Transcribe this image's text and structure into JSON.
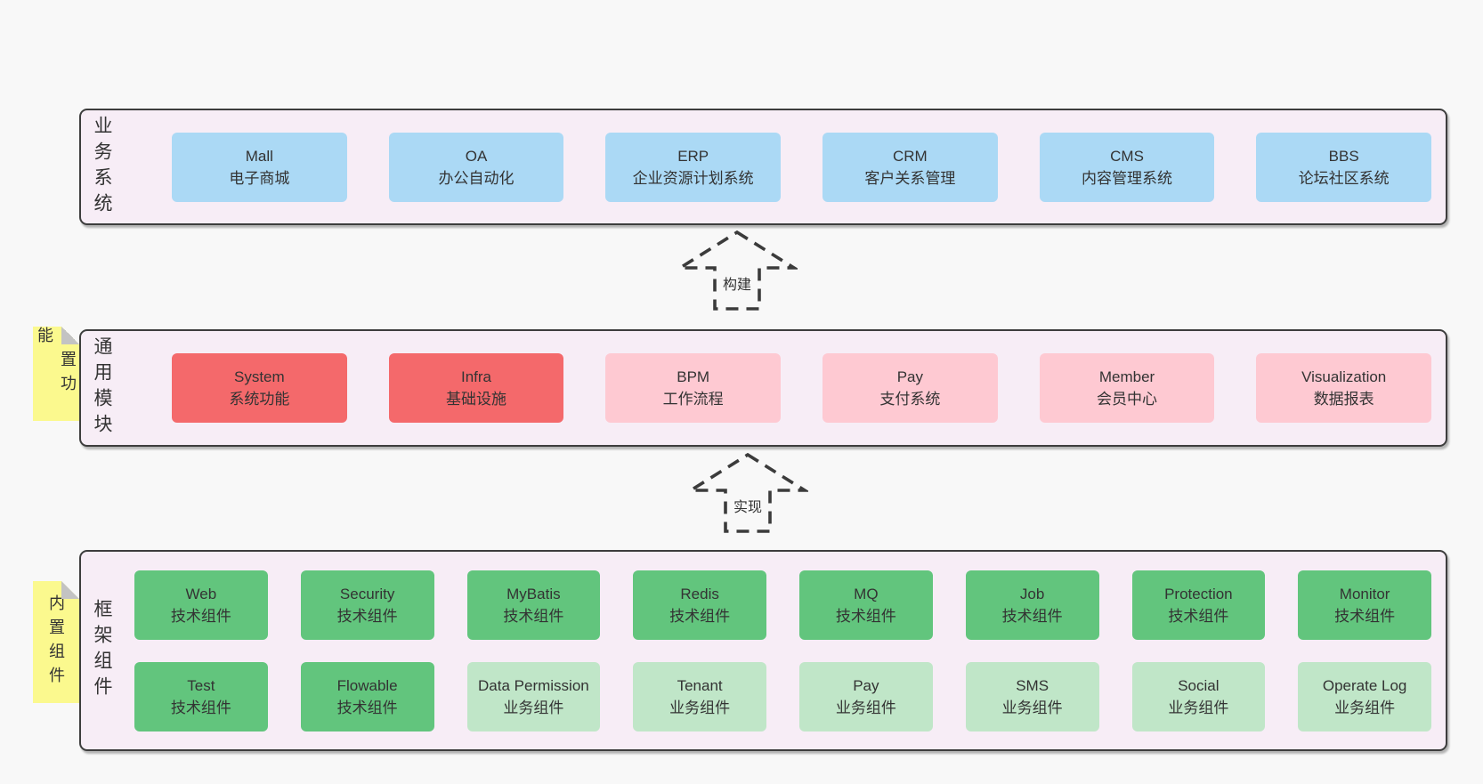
{
  "colors": {
    "page_bg": "#f8f8f8",
    "panel_bg": "#f7edf6",
    "panel_border": "#3d3d3d",
    "blue_box": "#abd9f5",
    "red_box": "#f4696b",
    "pink_box": "#fec9d2",
    "green_box": "#62c57d",
    "light_green_box": "#c0e6c8",
    "sticky_note": "#fbf98e",
    "text": "#333333",
    "arrow_stroke": "#3b3b3b"
  },
  "layers": {
    "business": {
      "label": "业务系统",
      "items": [
        {
          "name": "Mall",
          "desc": "电子商城"
        },
        {
          "name": "OA",
          "desc": "办公自动化"
        },
        {
          "name": "ERP",
          "desc": "企业资源计划系统"
        },
        {
          "name": "CRM",
          "desc": "客户关系管理"
        },
        {
          "name": "CMS",
          "desc": "内容管理系统"
        },
        {
          "name": "BBS",
          "desc": "论坛社区系统"
        }
      ]
    },
    "build_arrow": {
      "label": "构建"
    },
    "modules": {
      "label": "通用模块",
      "sticky_note": "内置功能",
      "items": [
        {
          "name": "System",
          "desc": "系统功能"
        },
        {
          "name": "Infra",
          "desc": "基础设施"
        },
        {
          "name": "BPM",
          "desc": "工作流程"
        },
        {
          "name": "Pay",
          "desc": "支付系统"
        },
        {
          "name": "Member",
          "desc": "会员中心"
        },
        {
          "name": "Visualization",
          "desc": "数据报表"
        }
      ]
    },
    "implement_arrow": {
      "label": "实现"
    },
    "framework": {
      "label": "框架组件",
      "sticky_note": "内置组件",
      "row1": [
        {
          "name": "Web",
          "desc": "技术组件"
        },
        {
          "name": "Security",
          "desc": "技术组件"
        },
        {
          "name": "MyBatis",
          "desc": "技术组件"
        },
        {
          "name": "Redis",
          "desc": "技术组件"
        },
        {
          "name": "MQ",
          "desc": "技术组件"
        },
        {
          "name": "Job",
          "desc": "技术组件"
        },
        {
          "name": "Protection",
          "desc": "技术组件"
        },
        {
          "name": "Monitor",
          "desc": "技术组件"
        }
      ],
      "row2": [
        {
          "name": "Test",
          "desc": "技术组件"
        },
        {
          "name": "Flowable",
          "desc": "技术组件"
        },
        {
          "name": "Data Permission",
          "desc": "业务组件"
        },
        {
          "name": "Tenant",
          "desc": "业务组件"
        },
        {
          "name": "Pay",
          "desc": "业务组件"
        },
        {
          "name": "SMS",
          "desc": "业务组件"
        },
        {
          "name": "Social",
          "desc": "业务组件"
        },
        {
          "name": "Operate Log",
          "desc": "业务组件"
        }
      ]
    }
  }
}
